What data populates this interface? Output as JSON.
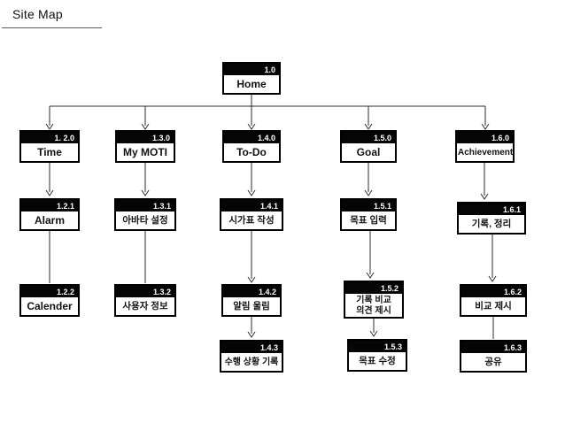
{
  "title": "Site Map",
  "diagram": {
    "nodes": [
      {
        "num": "1.0",
        "label": "Home"
      },
      {
        "num": "1. 2.0",
        "label": "Time"
      },
      {
        "num": "1.3.0",
        "label": "My MOTI"
      },
      {
        "num": "1.4.0",
        "label": "To-Do"
      },
      {
        "num": "1.5.0",
        "label": "Goal"
      },
      {
        "num": "1.6.0",
        "label": "Achievement"
      },
      {
        "num": "1.2.1",
        "label": "Alarm"
      },
      {
        "num": "1.3.1",
        "label": "아바타 설정"
      },
      {
        "num": "1.4.1",
        "label": "시가표 작성"
      },
      {
        "num": "1.5.1",
        "label": "목표 입력"
      },
      {
        "num": "1.6.1",
        "label": "기록, 정리"
      },
      {
        "num": "1.2.2",
        "label": "Calender"
      },
      {
        "num": "1.3.2",
        "label": "사용자 정보"
      },
      {
        "num": "1.4.2",
        "label": "알림 울림"
      },
      {
        "num": "1.5.2",
        "label_line1": "기록 비교",
        "label_line2": "의견 제시"
      },
      {
        "num": "1.6.2",
        "label": "비교 제시"
      },
      {
        "num": "1.4.3",
        "label": "수행 상황 기록"
      },
      {
        "num": "1.5.3",
        "label": "목표 수정"
      },
      {
        "num": "1.6.3",
        "label": "공유"
      }
    ],
    "edges": [
      {
        "from": "1.0",
        "to": "1. 2.0",
        "arrow": true
      },
      {
        "from": "1.0",
        "to": "1.3.0",
        "arrow": true
      },
      {
        "from": "1.0",
        "to": "1.4.0",
        "arrow": true
      },
      {
        "from": "1.0",
        "to": "1.5.0",
        "arrow": true
      },
      {
        "from": "1.0",
        "to": "1.6.0",
        "arrow": true
      },
      {
        "from": "1. 2.0",
        "to": "1.2.1",
        "arrow": true
      },
      {
        "from": "1.2.1",
        "to": "1.2.2",
        "arrow": false
      },
      {
        "from": "1.3.0",
        "to": "1.3.1",
        "arrow": true
      },
      {
        "from": "1.3.1",
        "to": "1.3.2",
        "arrow": false
      },
      {
        "from": "1.4.0",
        "to": "1.4.1",
        "arrow": true
      },
      {
        "from": "1.4.1",
        "to": "1.4.2",
        "arrow": true
      },
      {
        "from": "1.4.2",
        "to": "1.4.3",
        "arrow": true
      },
      {
        "from": "1.5.0",
        "to": "1.5.1",
        "arrow": true
      },
      {
        "from": "1.5.1",
        "to": "1.5.2",
        "arrow": true
      },
      {
        "from": "1.5.2",
        "to": "1.5.3",
        "arrow": true
      },
      {
        "from": "1.6.0",
        "to": "1.6.1",
        "arrow": true
      },
      {
        "from": "1.6.1",
        "to": "1.6.2",
        "arrow": true
      },
      {
        "from": "1.6.2",
        "to": "1.6.3",
        "arrow": false
      }
    ]
  }
}
